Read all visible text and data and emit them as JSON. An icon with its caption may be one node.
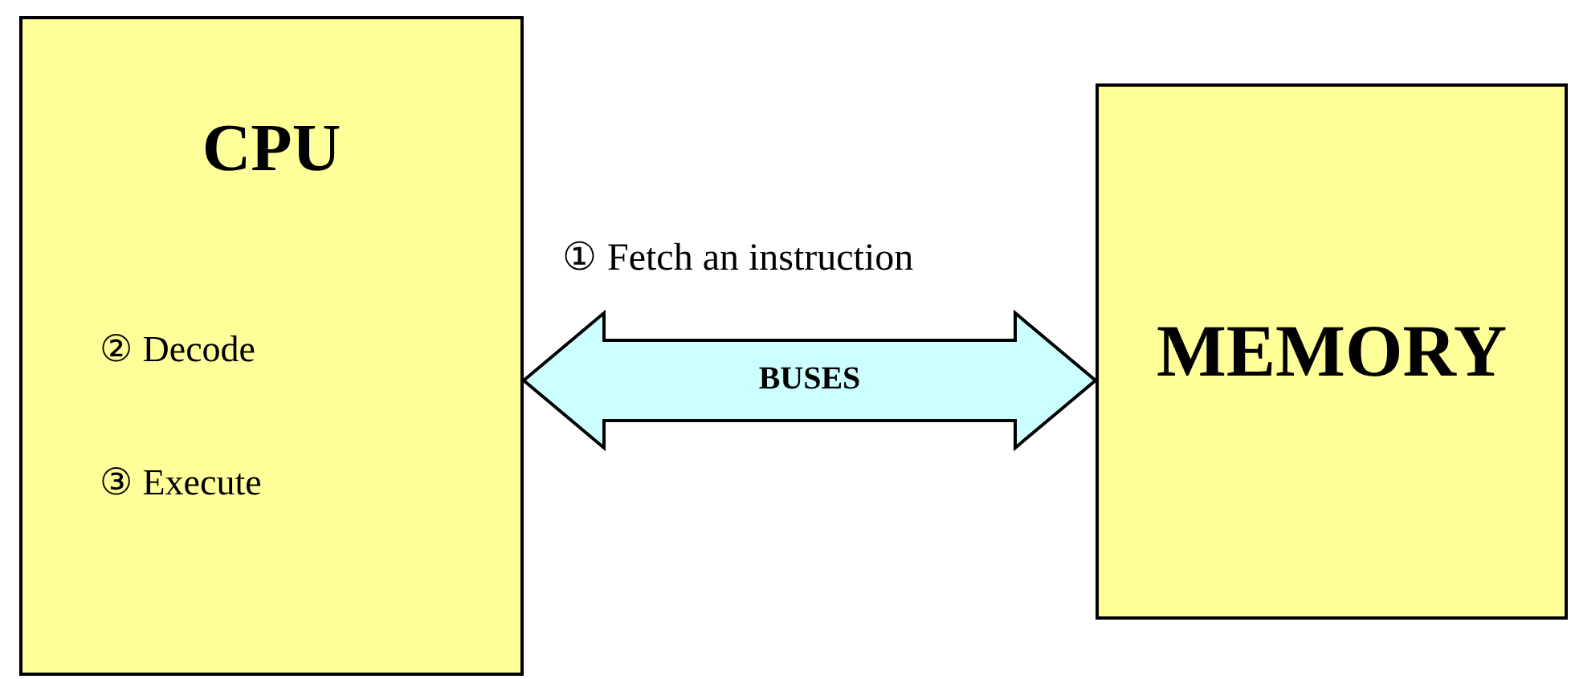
{
  "diagram": {
    "nodes": [
      {
        "text": [
          "CPU",
          "② Decode",
          "③ Execute"
        ]
      },
      {
        "text": [
          "MEMORY"
        ]
      }
    ],
    "edges": [
      {
        "from": 0,
        "to": 1,
        "arrow": "both",
        "label": "BUSES",
        "color": "#ccffff"
      }
    ],
    "labels": [
      "① Fetch an instruction"
    ]
  }
}
